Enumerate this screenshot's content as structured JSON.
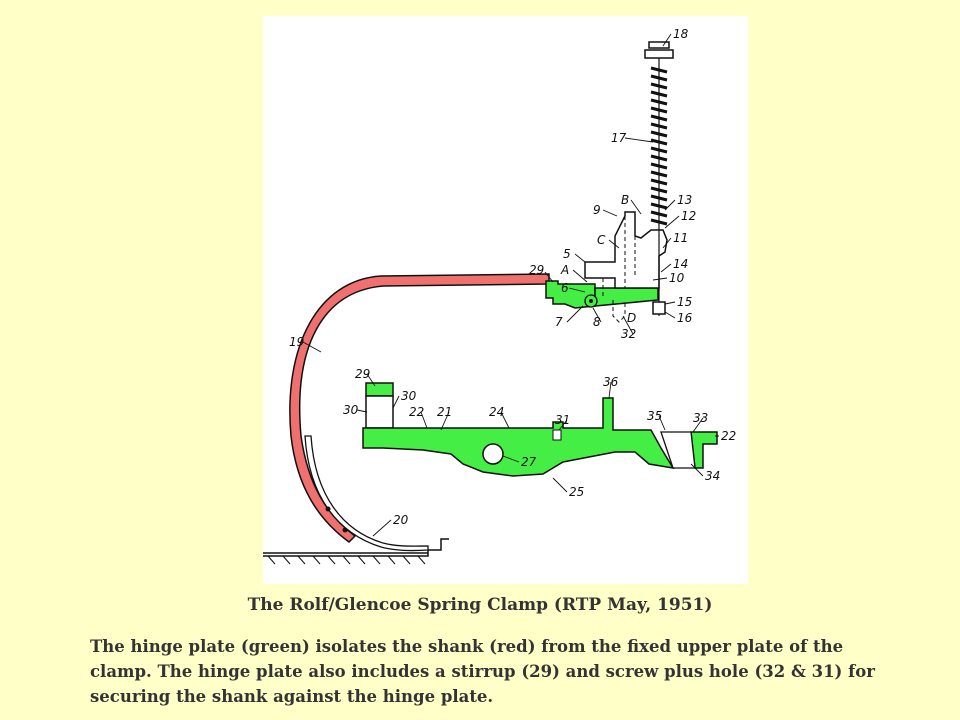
{
  "figure": {
    "colors": {
      "hinge_plate": "#44EE44",
      "shank": "#F07070",
      "line": "#111111"
    },
    "part_labels": {
      "l18": "18",
      "l17": "17",
      "lB": "B",
      "l13": "13",
      "l12": "12",
      "l9": "9",
      "lC": "C",
      "l11": "11",
      "l5": "5",
      "l14": "14",
      "lA": "A",
      "l29a": "29",
      "l10": "10",
      "l6": "6",
      "l15": "15",
      "l16": "16",
      "l7": "7",
      "l8": "8",
      "lD": "D",
      "l32": "32",
      "l19": "19",
      "l29b": "29",
      "l30a": "30",
      "l30b": "30",
      "l22a": "22",
      "l21": "21",
      "l24": "24",
      "l31": "31",
      "l36": "36",
      "l35": "35",
      "l33": "33",
      "l22b": "22",
      "l27": "27",
      "l34": "34",
      "l25": "25",
      "l20": "20"
    }
  },
  "caption": "The Rolf/Glencoe Spring Clamp (RTP May, 1951)",
  "description": "The hinge plate (green) isolates the shank (red) from the fixed upper plate of the clamp.  The hinge plate also includes a stirrup (29) and screw plus hole (32 & 31) for securing the shank against the hinge plate."
}
